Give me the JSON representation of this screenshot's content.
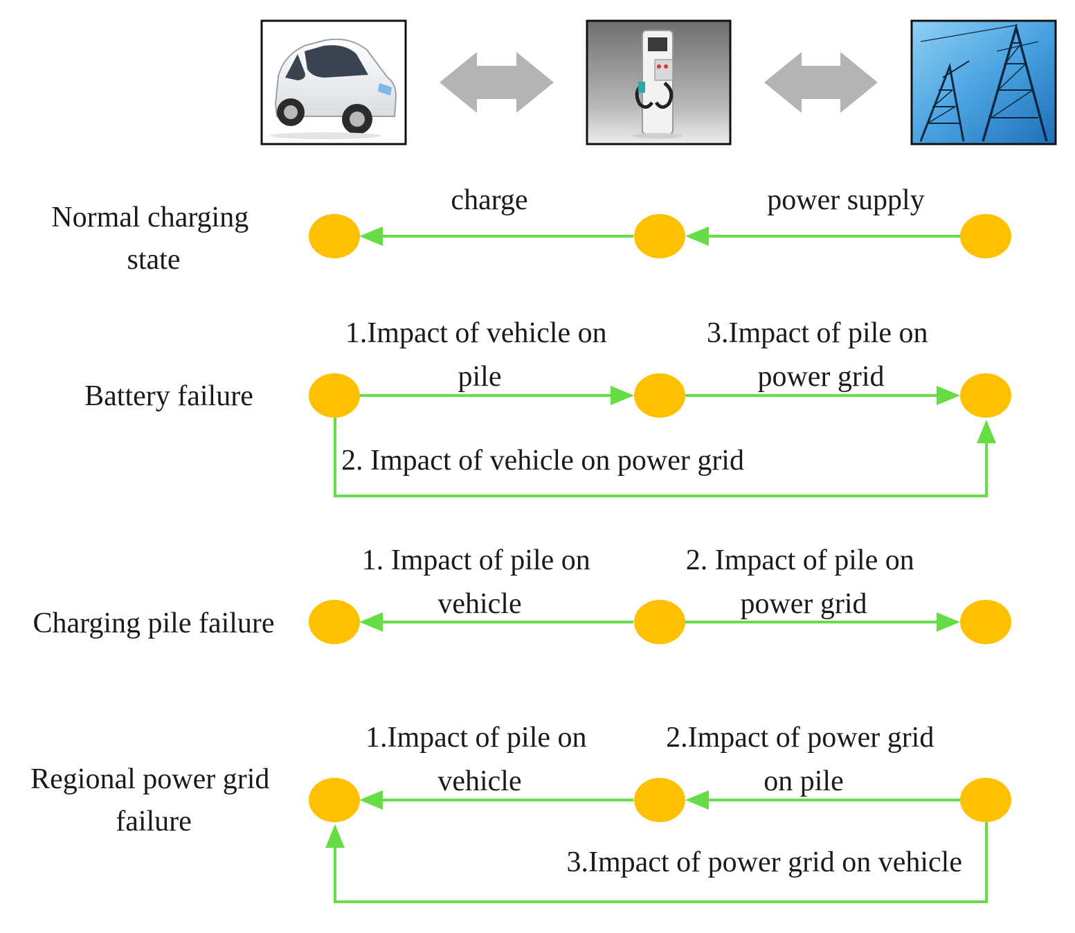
{
  "colors": {
    "node_fill": "#FFC000",
    "arrow": "#66DD44",
    "double_arrow": "#B4B4B4",
    "text": "#1A1A1A"
  },
  "images": [
    {
      "name": "electric-car-photo",
      "subject": "white electric car"
    },
    {
      "name": "charging-pile-photo",
      "subject": "charging pile"
    },
    {
      "name": "power-grid-photo",
      "subject": "power transmission towers"
    }
  ],
  "rows": [
    {
      "title": [
        "Normal charging",
        "state"
      ],
      "edges": [
        {
          "label": [
            "charge"
          ]
        },
        {
          "label": [
            "power supply"
          ]
        }
      ]
    },
    {
      "title": [
        "Battery failure"
      ],
      "edges": [
        {
          "label": [
            "1.Impact of vehicle on",
            "pile"
          ]
        },
        {
          "label": [
            "3.Impact of pile on",
            "power grid"
          ]
        },
        {
          "label": [
            "2. Impact of vehicle on power grid"
          ]
        }
      ]
    },
    {
      "title": [
        "Charging pile failure"
      ],
      "edges": [
        {
          "label": [
            "1. Impact of pile on",
            "vehicle"
          ]
        },
        {
          "label": [
            "2. Impact of pile on",
            "power grid"
          ]
        }
      ]
    },
    {
      "title": [
        "Regional power grid",
        "failure"
      ],
      "edges": [
        {
          "label": [
            "1.Impact of pile on",
            "vehicle"
          ]
        },
        {
          "label": [
            "2.Impact of power grid",
            "on pile"
          ]
        },
        {
          "label": [
            "3.Impact of power grid on vehicle"
          ]
        }
      ]
    }
  ]
}
